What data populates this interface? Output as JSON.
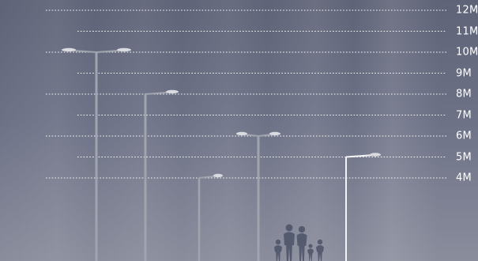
{
  "scale": {
    "unit": "M",
    "levels": [
      {
        "value": 12,
        "label": "12M"
      },
      {
        "value": 11,
        "label": "11M"
      },
      {
        "value": 10,
        "label": "10M"
      },
      {
        "value": 9,
        "label": "9M"
      },
      {
        "value": 8,
        "label": "8M"
      },
      {
        "value": 7,
        "label": "7M"
      },
      {
        "value": 6,
        "label": "6M"
      },
      {
        "value": 5,
        "label": "5M"
      },
      {
        "value": 4,
        "label": "4M"
      }
    ]
  },
  "poles": [
    {
      "name": "pole-10m",
      "height": 10
    },
    {
      "name": "pole-8m",
      "height": 8
    },
    {
      "name": "pole-4m",
      "height": 4
    },
    {
      "name": "pole-6m",
      "height": 6
    },
    {
      "name": "pole-5m-white",
      "height": 5
    }
  ],
  "people_group": {
    "icon": "family-silhouette-icon"
  },
  "colors": {
    "gridline": "#ffffff",
    "label": "#ffffff",
    "pole_gray": "#a0a4ae",
    "pole_white": "#f4f4f6",
    "lamp_head": "#d9dbe1",
    "silhouette": "#50566b"
  }
}
